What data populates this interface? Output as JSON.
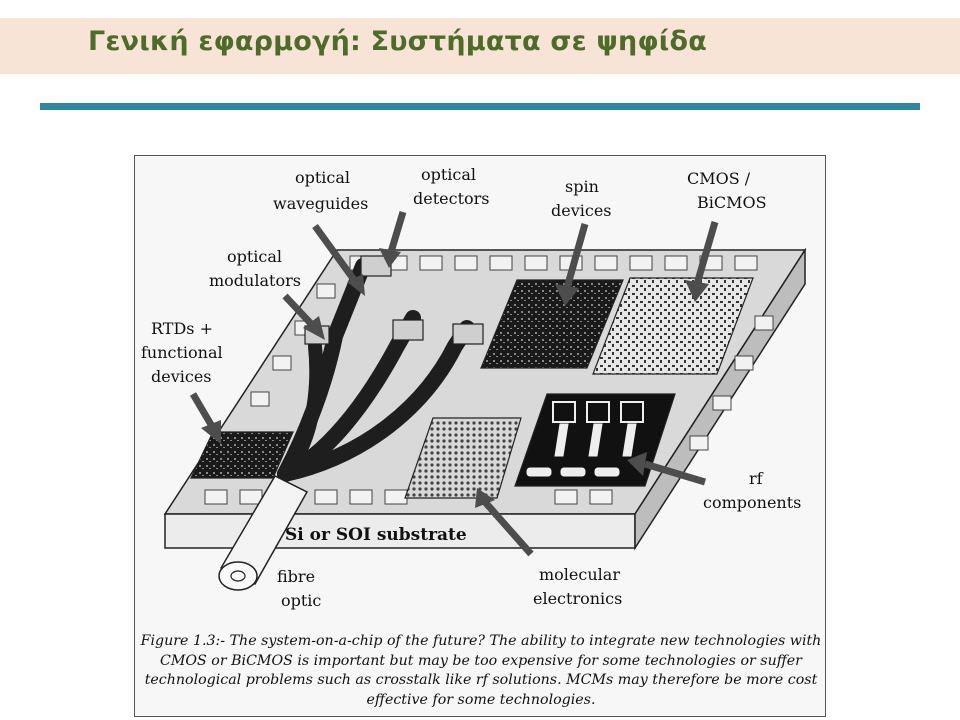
{
  "slide": {
    "title": "Γενική εφαρμογή: Συστήματα σε ψηφίδα"
  },
  "figure": {
    "labels": {
      "optical_waveguides": [
        "optical",
        "waveguides"
      ],
      "optical_detectors": [
        "optical",
        "detectors"
      ],
      "spin_devices": [
        "spin",
        "devices"
      ],
      "cmos_bicmos": [
        "CMOS /",
        "BiCMOS"
      ],
      "optical_modulators": [
        "optical",
        "modulators"
      ],
      "rtds": [
        "RTDs +",
        "functional",
        "devices"
      ],
      "rf_components": [
        "rf",
        "components"
      ],
      "substrate": "Si or SOI substrate",
      "fibre_optic": [
        "fibre",
        "optic"
      ],
      "molecular_electronics": [
        "molecular",
        "electronics"
      ]
    },
    "caption": "Figure 1.3:- The system-on-a-chip of the future? The ability to integrate new technologies with CMOS or BiCMOS is important but may be too expensive for some technologies or suffer technological problems such as crosstalk like rf solutions. MCMs may therefore be more cost effective for some technologies."
  },
  "colors": {
    "title_text": "#4f6b2a",
    "title_band": "#f8e4d7",
    "rule": "#31859c",
    "arrow": "#4d4d4d"
  }
}
